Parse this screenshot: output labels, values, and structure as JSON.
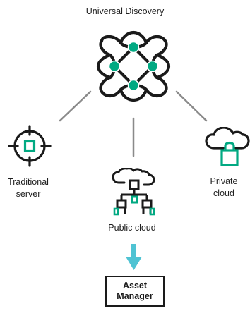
{
  "diagram": {
    "hub_label": "Universal Discovery",
    "nodes": [
      {
        "id": "traditional",
        "label_lines": [
          "Traditional",
          "server"
        ],
        "icon": "crosshair-server-icon"
      },
      {
        "id": "public",
        "label_lines": [
          "Public cloud"
        ],
        "icon": "public-cloud-network-icon"
      },
      {
        "id": "private",
        "label_lines": [
          "Private",
          "cloud"
        ],
        "icon": "cloud-lock-icon"
      }
    ],
    "target": {
      "label_lines": [
        "Asset",
        "Manager"
      ]
    },
    "colors": {
      "accent": "#01a982",
      "arrow": "#4fc3d3",
      "line": "#8a8a8a",
      "ink": "#1a1a1a"
    }
  }
}
